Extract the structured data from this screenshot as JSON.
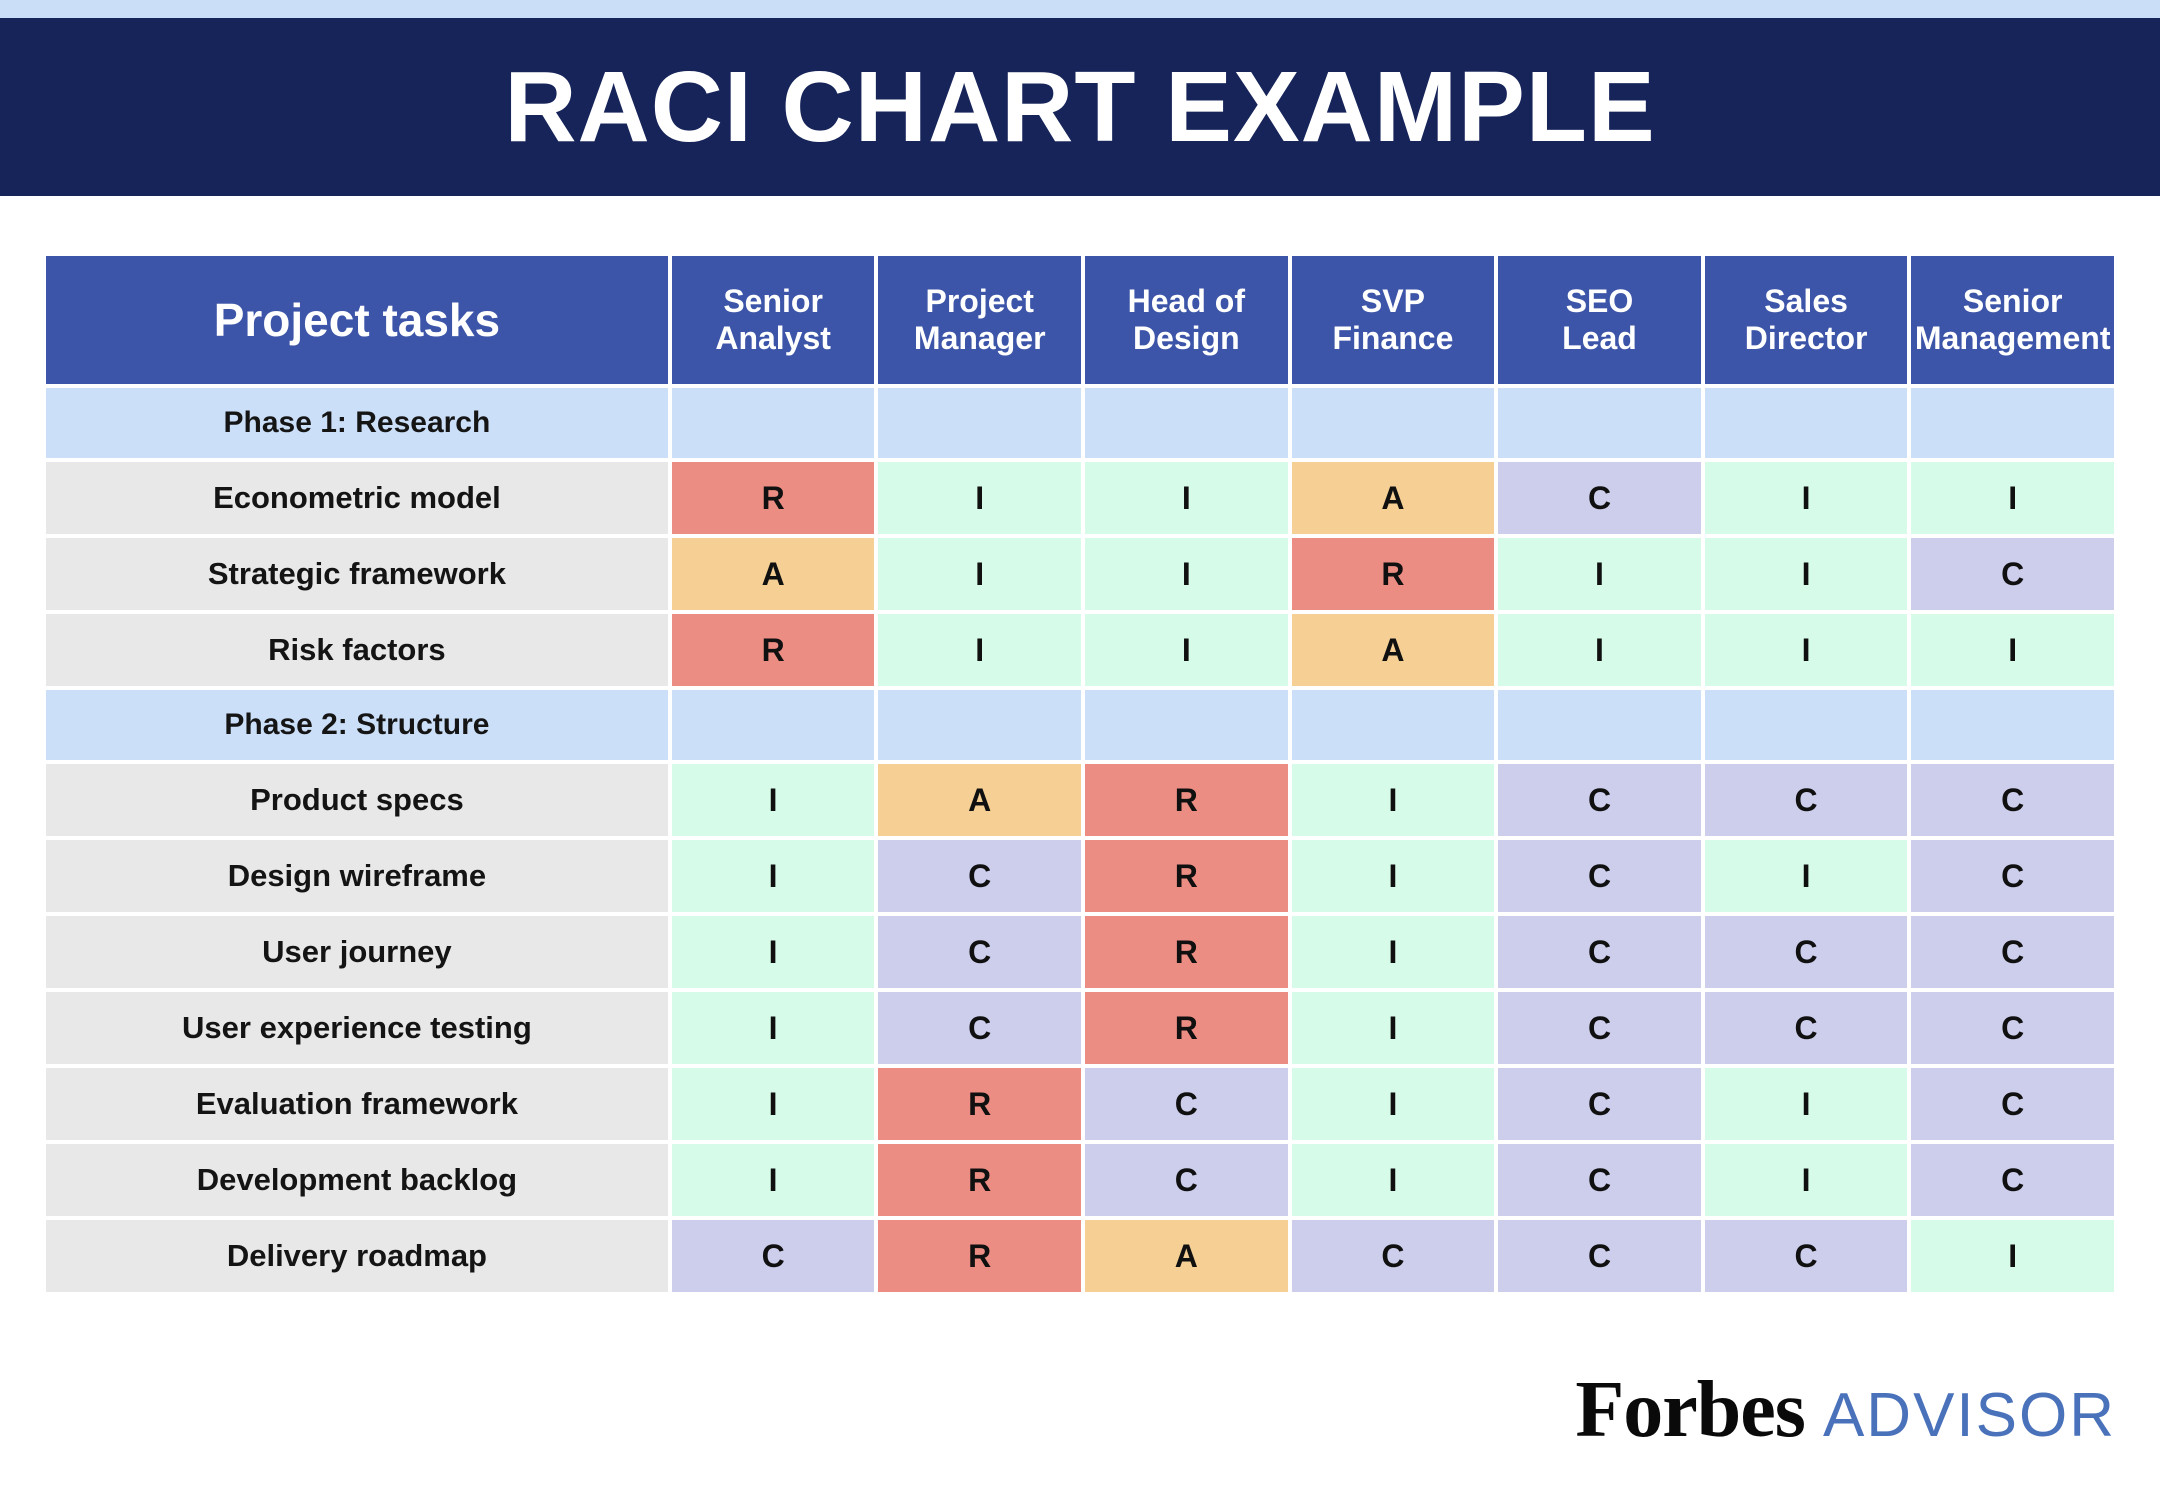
{
  "banner": {
    "title": "RACI CHART EXAMPLE",
    "background_color": "#16245A",
    "text_color": "#FFFFFF",
    "top_strip_color": "#CBDEF7"
  },
  "colors": {
    "header_blue": "#3C55A8",
    "phase_row_blue": "#CCDFF8",
    "task_name_gray": "#E8E8E8",
    "responsible_red": "#EC8D83",
    "accountable_orange": "#F5CF93",
    "consulted_purple": "#CCCEEC",
    "informed_green": "#D6FBE8"
  },
  "chart_data": {
    "type": "table",
    "title": "RACI CHART EXAMPLE",
    "columns": [
      "Project tasks",
      "Senior Analyst",
      "Project Manager",
      "Head of Design",
      "SVP Finance",
      "SEO Lead",
      "Sales Director",
      "Senior Management"
    ],
    "role_columns": [
      {
        "line1": "Senior",
        "line2": "Analyst"
      },
      {
        "line1": "Project",
        "line2": "Manager"
      },
      {
        "line1": "Head of",
        "line2": "Design"
      },
      {
        "line1": "SVP",
        "line2": "Finance"
      },
      {
        "line1": "SEO",
        "line2": "Lead"
      },
      {
        "line1": "Sales",
        "line2": "Director"
      },
      {
        "line1": "Senior",
        "line2": "Management"
      }
    ],
    "rows": [
      {
        "type": "phase",
        "label": "Phase 1: Research",
        "values": [
          "",
          "",
          "",
          "",
          "",
          "",
          ""
        ]
      },
      {
        "type": "task",
        "label": "Econometric model",
        "values": [
          "R",
          "I",
          "I",
          "A",
          "C",
          "I",
          "I"
        ]
      },
      {
        "type": "task",
        "label": "Strategic framework",
        "values": [
          "A",
          "I",
          "I",
          "R",
          "I",
          "I",
          "C"
        ]
      },
      {
        "type": "task",
        "label": "Risk factors",
        "values": [
          "R",
          "I",
          "I",
          "A",
          "I",
          "I",
          "I"
        ]
      },
      {
        "type": "phase",
        "label": "Phase 2: Structure",
        "values": [
          "",
          "",
          "",
          "",
          "",
          "",
          ""
        ]
      },
      {
        "type": "task",
        "label": "Product specs",
        "values": [
          "I",
          "A",
          "R",
          "I",
          "C",
          "C",
          "C"
        ]
      },
      {
        "type": "task",
        "label": "Design wireframe",
        "values": [
          "I",
          "C",
          "R",
          "I",
          "C",
          "I",
          "C"
        ]
      },
      {
        "type": "task",
        "label": "User journey",
        "values": [
          "I",
          "C",
          "R",
          "I",
          "C",
          "C",
          "C"
        ]
      },
      {
        "type": "task",
        "label": "User experience testing",
        "values": [
          "I",
          "C",
          "R",
          "I",
          "C",
          "C",
          "C"
        ]
      },
      {
        "type": "task",
        "label": "Evaluation framework",
        "values": [
          "I",
          "R",
          "C",
          "I",
          "C",
          "I",
          "C"
        ]
      },
      {
        "type": "task",
        "label": "Development backlog",
        "values": [
          "I",
          "R",
          "C",
          "I",
          "C",
          "I",
          "C"
        ]
      },
      {
        "type": "task",
        "label": "Delivery roadmap",
        "values": [
          "C",
          "R",
          "A",
          "C",
          "C",
          "C",
          "I"
        ]
      }
    ]
  },
  "footer": {
    "brand_primary": "Forbes",
    "brand_secondary": "ADVISOR",
    "brand_secondary_color": "#4A72BB"
  }
}
